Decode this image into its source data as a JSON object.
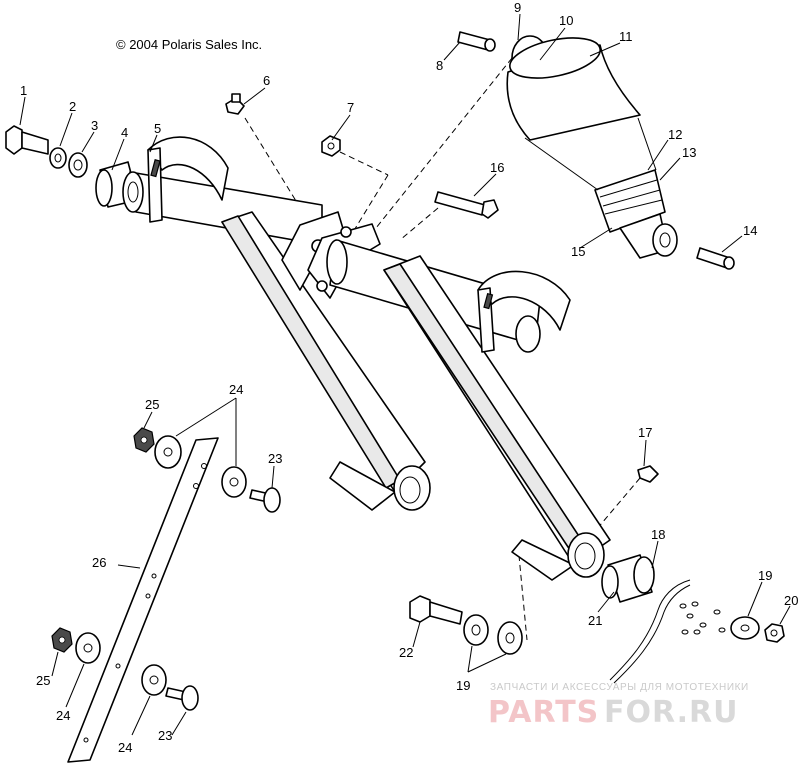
{
  "copyright": "© 2004 Polaris Sales Inc.",
  "callouts": {
    "c1": "1",
    "c2": "2",
    "c3": "3",
    "c4": "4",
    "c5": "5",
    "c6": "6",
    "c7": "7",
    "c8": "8",
    "c9": "9",
    "c10": "10",
    "c11": "11",
    "c12": "12",
    "c13": "13",
    "c14": "14",
    "c15": "15",
    "c16": "16",
    "c17": "17",
    "c18": "18",
    "c19a": "19",
    "c19b": "19",
    "c20": "20",
    "c21": "21",
    "c22": "22",
    "c23a": "23",
    "c23b": "23",
    "c24a": "24",
    "c24b": "24",
    "c24c": "24",
    "c25a": "25",
    "c25b": "25",
    "c26": "26"
  },
  "watermark": {
    "tagline": "ЗАПЧАСТИ И АКСЕССУАРЫ ДЛЯ МОТОТЕХНИКИ",
    "brand_left": "PARTS",
    "brand_right": "FOR.RU"
  }
}
